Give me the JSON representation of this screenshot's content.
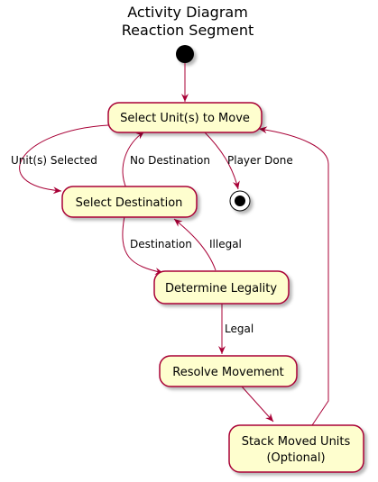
{
  "diagram": {
    "title_lines": [
      "Activity Diagram",
      "Reaction Segment"
    ],
    "nodes": {
      "select_units": "Select Unit(s) to Move",
      "select_destination": "Select Destination",
      "determine_legality": "Determine Legality",
      "resolve_movement": "Resolve Movement",
      "stack_line1": "Stack Moved Units",
      "stack_line2": "(Optional)"
    },
    "edges": {
      "units_selected": "Unit(s) Selected",
      "no_destination": "No Destination",
      "player_done": "Player Done",
      "destination": "Destination",
      "illegal": "Illegal",
      "legal": "Legal"
    },
    "colors": {
      "node_fill": "#FEFECE",
      "node_border": "#A80036",
      "edge": "#A80036",
      "start": "#000000"
    }
  }
}
